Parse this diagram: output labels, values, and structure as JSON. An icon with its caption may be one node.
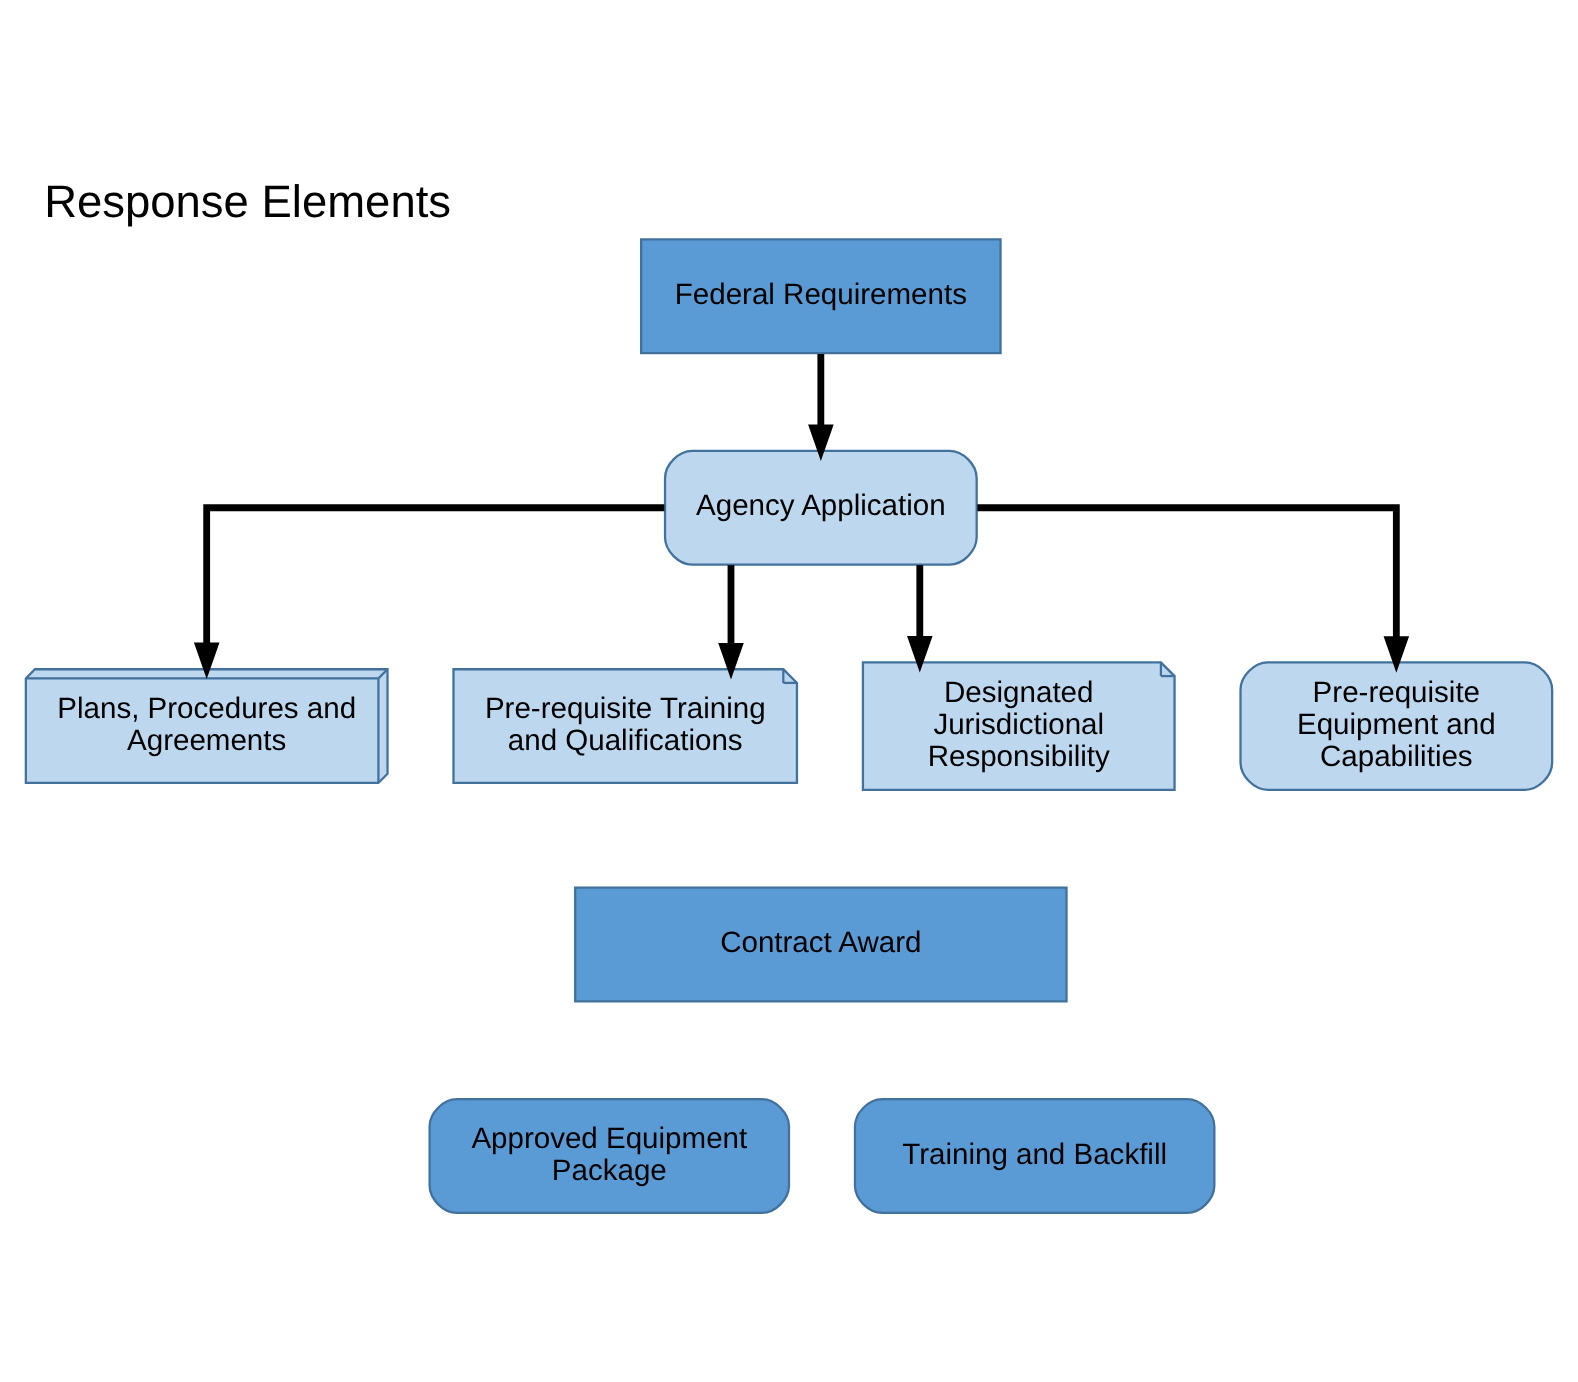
{
  "diagram": {
    "title": "Response Elements",
    "nodes": [
      {
        "text": [
          "Federal Requirements"
        ]
      },
      {
        "text": [
          "Agency Application"
        ]
      },
      {
        "text": [
          "Plans, Procedures and Agreements"
        ]
      },
      {
        "text": [
          "Pre-requisite Training and Qualifications"
        ]
      },
      {
        "text": [
          "Designated Jurisdictional Responsibility"
        ]
      },
      {
        "text": [
          "Pre-requisite Equipment and Capabilities"
        ]
      },
      {
        "text": [
          "Contract Award"
        ]
      },
      {
        "text": [
          "Approved Equipment Package"
        ]
      },
      {
        "text": [
          "Training and Backfill"
        ]
      }
    ],
    "edges": [
      {
        "from": 0,
        "to": 1,
        "arrow": "to"
      },
      {
        "from": 1,
        "to": 2,
        "arrow": "to"
      },
      {
        "from": 1,
        "to": 3,
        "arrow": "to"
      },
      {
        "from": 1,
        "to": 4,
        "arrow": "to"
      },
      {
        "from": 1,
        "to": 5,
        "arrow": "to"
      }
    ]
  }
}
